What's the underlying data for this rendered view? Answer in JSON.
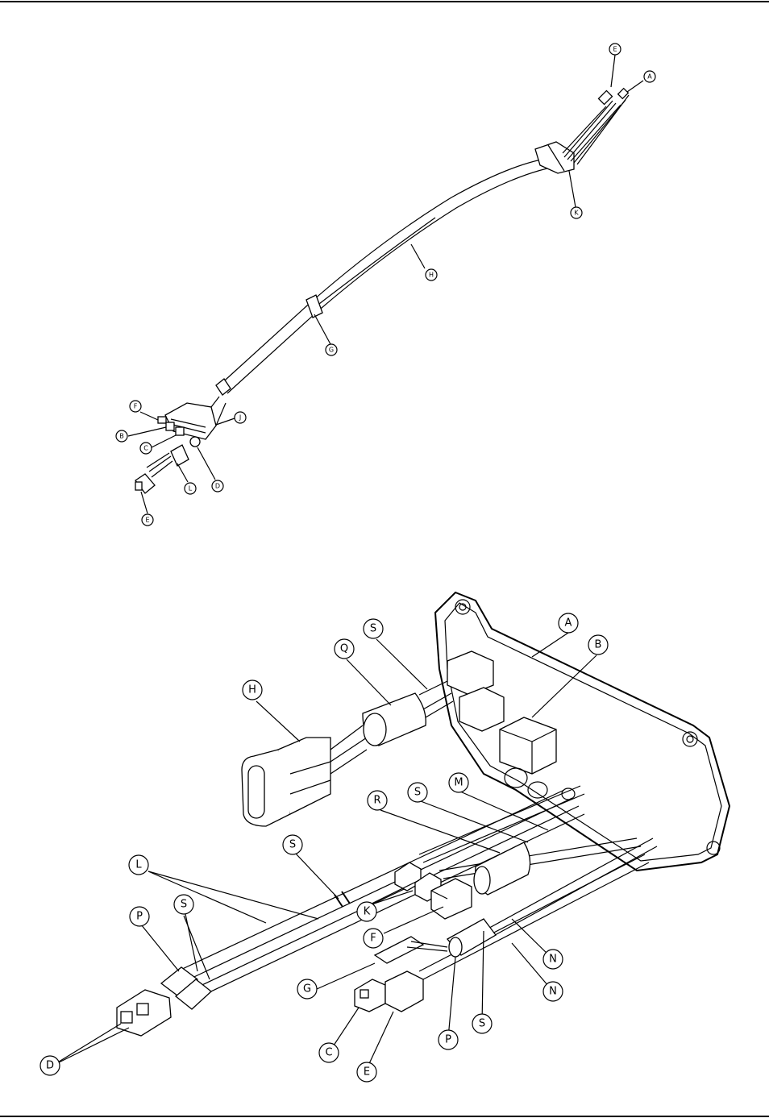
{
  "upper_callouts": [
    {
      "id": "u-e-top",
      "letter": "E"
    },
    {
      "id": "u-a",
      "letter": "A"
    },
    {
      "id": "u-k",
      "letter": "K"
    },
    {
      "id": "u-h",
      "letter": "H"
    },
    {
      "id": "u-g",
      "letter": "G"
    },
    {
      "id": "u-f",
      "letter": "F"
    },
    {
      "id": "u-j",
      "letter": "J"
    },
    {
      "id": "u-b",
      "letter": "B"
    },
    {
      "id": "u-c",
      "letter": "C"
    },
    {
      "id": "u-d",
      "letter": "D"
    },
    {
      "id": "u-l",
      "letter": "L"
    },
    {
      "id": "u-e-bottom",
      "letter": "E"
    }
  ],
  "lower_callouts": [
    {
      "id": "l-a",
      "letter": "A"
    },
    {
      "id": "l-b",
      "letter": "B"
    },
    {
      "id": "l-s1",
      "letter": "S"
    },
    {
      "id": "l-q",
      "letter": "Q"
    },
    {
      "id": "l-h",
      "letter": "H"
    },
    {
      "id": "l-r",
      "letter": "R"
    },
    {
      "id": "l-s2",
      "letter": "S"
    },
    {
      "id": "l-m",
      "letter": "M"
    },
    {
      "id": "l-s3",
      "letter": "S"
    },
    {
      "id": "l-l",
      "letter": "L"
    },
    {
      "id": "l-p1",
      "letter": "P"
    },
    {
      "id": "l-s4",
      "letter": "S"
    },
    {
      "id": "l-k",
      "letter": "K"
    },
    {
      "id": "l-f",
      "letter": "F"
    },
    {
      "id": "l-n1",
      "letter": "N"
    },
    {
      "id": "l-n2",
      "letter": "N"
    },
    {
      "id": "l-g",
      "letter": "G"
    },
    {
      "id": "l-d",
      "letter": "D"
    },
    {
      "id": "l-c",
      "letter": "C"
    },
    {
      "id": "l-e",
      "letter": "E"
    },
    {
      "id": "l-p2",
      "letter": "P"
    },
    {
      "id": "l-s5",
      "letter": "S"
    }
  ]
}
